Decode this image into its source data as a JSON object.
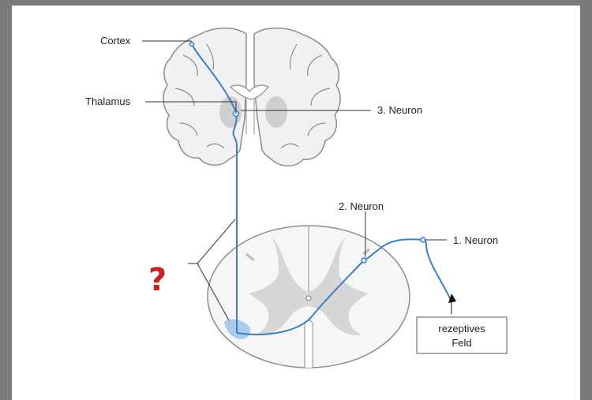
{
  "labels": {
    "cortex": "Cortex",
    "thalamus": "Thalamus",
    "neuron3": "3. Neuron",
    "neuron2": "2. Neuron",
    "neuron1": "1. Neuron",
    "receptive_field_line1": "rezeptives",
    "receptive_field_line2": "Feld",
    "question": "?"
  },
  "colors": {
    "pathway": "#3b7fc4",
    "question": "#cc1f1f",
    "brain_fill": "#f1f1f1",
    "brain_outline": "#8c8c8c",
    "grey_matter": "#cfcfcf",
    "tract_highlight": "#9ec3ea"
  }
}
